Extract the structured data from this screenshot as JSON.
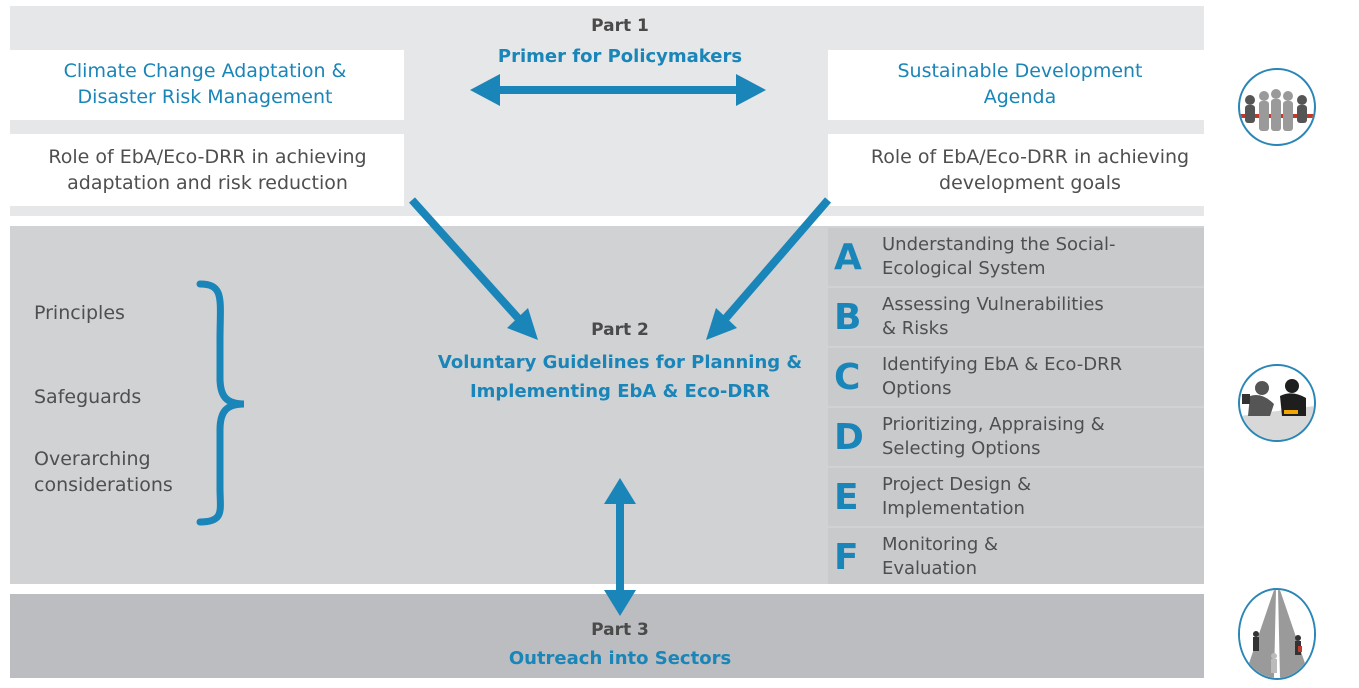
{
  "part1": {
    "label": "Part 1",
    "title": "Primer for Policymakers",
    "left_box": "Climate Change Adaptation & Disaster Risk Management",
    "right_box": "Sustainable Development Agenda",
    "left_role": "Role of EbA/Eco-DRR in achieving adaptation and risk reduction",
    "right_role": "Role of EbA/Eco-DRR in achieving development goals"
  },
  "part2": {
    "label": "Part 2",
    "title": "Voluntary Guidelines for Planning & Implementing EbA & Eco-DRR",
    "brace_items": [
      "Principles",
      "Safeguards",
      "Overarching considerations"
    ],
    "steps": [
      {
        "letter": "A",
        "text": "Understanding the Social-Ecological System"
      },
      {
        "letter": "B",
        "text": "Assessing Vulnerabilities & Risks"
      },
      {
        "letter": "C",
        "text": "Identifying EbA & Eco-DRR Options"
      },
      {
        "letter": "D",
        "text": "Prioritizing, Appraising & Selecting Options"
      },
      {
        "letter": "E",
        "text": "Project Design & Implementation"
      },
      {
        "letter": "F",
        "text": "Monitoring & Evaluation"
      }
    ]
  },
  "part3": {
    "label": "Part 3",
    "title": "Outreach into Sectors"
  },
  "colors": {
    "accent": "#1a85b8",
    "band1": "#e6e7e8",
    "band2": "#d1d2d4",
    "band3": "#bcbdc0",
    "steps_bg": "#c9cacc"
  },
  "icons": [
    "policymakers-meeting-icon",
    "planning-discussion-icon",
    "sectors-road-icon"
  ]
}
